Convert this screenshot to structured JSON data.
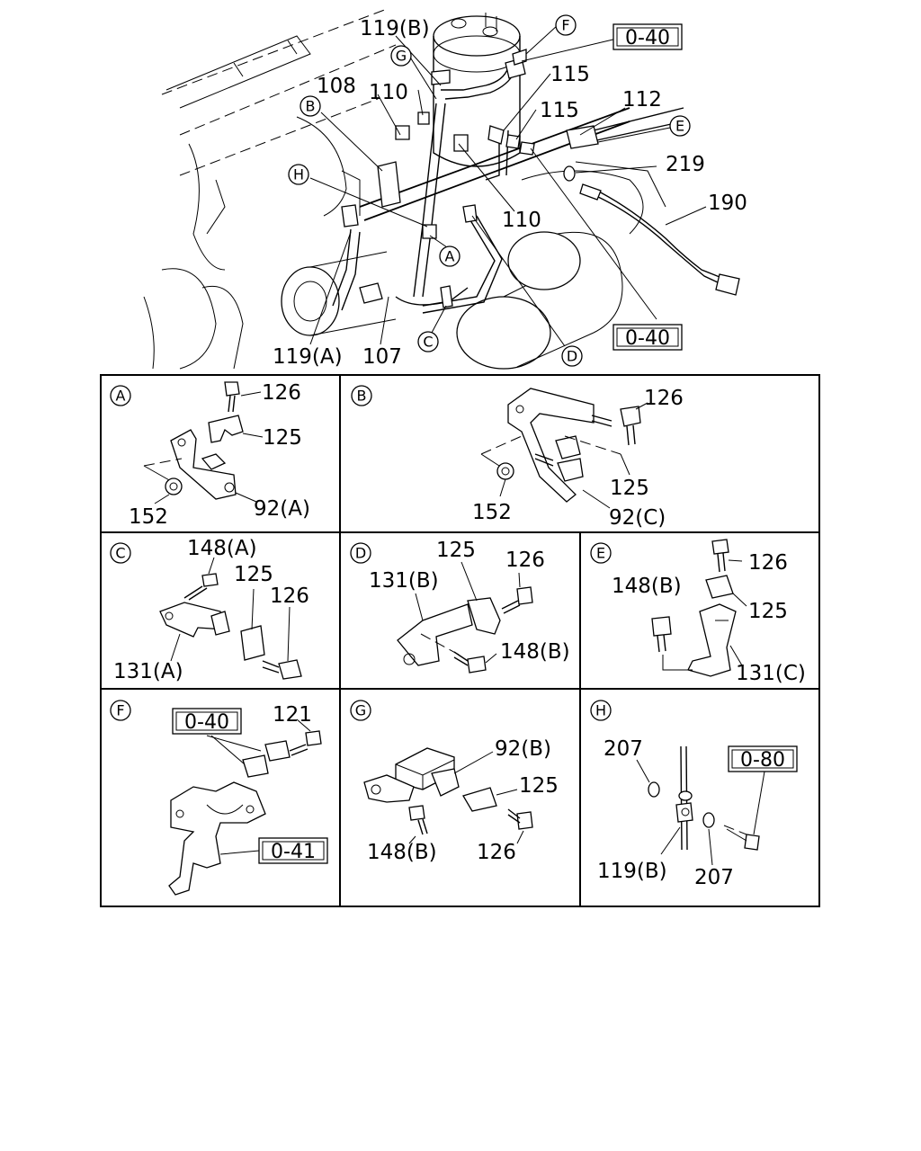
{
  "main": {
    "labels": {
      "l119b": "119(B)",
      "l115a": "115",
      "l115b": "115",
      "l112": "112",
      "l108": "108",
      "l110a": "110",
      "l110b": "110",
      "l219": "219",
      "l190": "190",
      "l119a": "119(A)",
      "l107": "107"
    },
    "refs": {
      "r040a": "0-40",
      "r040b": "0-40"
    },
    "callouts": {
      "F": "F",
      "G": "G",
      "B": "B",
      "E": "E",
      "H": "H",
      "A": "A",
      "C": "C",
      "D": "D"
    }
  },
  "details": {
    "A": {
      "id": "A",
      "labels": [
        "126",
        "125",
        "152",
        "92(A)"
      ]
    },
    "B": {
      "id": "B",
      "labels": [
        "126",
        "125",
        "152",
        "92(C)"
      ]
    },
    "C": {
      "id": "C",
      "labels": [
        "148(A)",
        "125",
        "126",
        "131(A)"
      ]
    },
    "D": {
      "id": "D",
      "labels": [
        "125",
        "126",
        "131(B)",
        "148(B)"
      ]
    },
    "E": {
      "id": "E",
      "labels": [
        "126",
        "148(B)",
        "125",
        "131(C)"
      ]
    },
    "F": {
      "id": "F",
      "labels": [
        "121"
      ],
      "refs": [
        "0-40",
        "0-41"
      ]
    },
    "G": {
      "id": "G",
      "labels": [
        "92(B)",
        "125",
        "148(B)",
        "126"
      ]
    },
    "H": {
      "id": "H",
      "labels": [
        "207",
        "119(B)",
        "207"
      ],
      "refs": [
        "0-80"
      ]
    }
  }
}
